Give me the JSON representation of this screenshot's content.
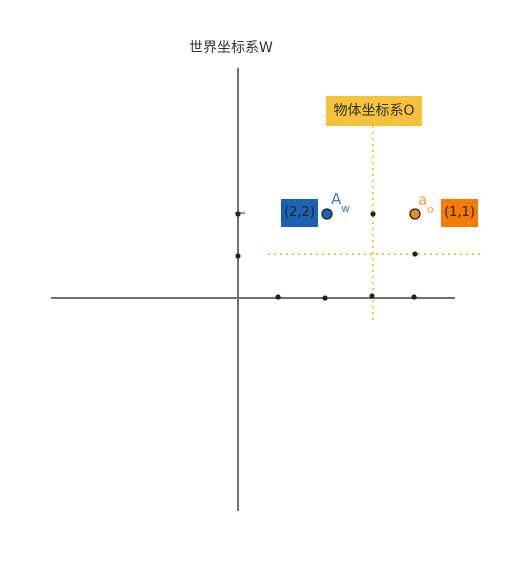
{
  "world_frame": {
    "title": "世界坐标系W"
  },
  "object_frame": {
    "title": "物体坐标系O"
  },
  "points": [
    {
      "label": "A",
      "subscript": "w",
      "coords_text": "(2,2)"
    },
    {
      "label": "a",
      "subscript": "o",
      "coords_text": "(1,1)"
    }
  ],
  "colors": {
    "axis": "#707070",
    "object_axis": "#f5c63b",
    "object_tag": "#f6c23c",
    "point_a_fill": "#1c62b4",
    "point_a_tag": "#1c62b4",
    "point_a_label": "#3e7ec6",
    "point_b_fill": "#f18a1f",
    "point_b_tag": "#f57c00",
    "point_b_label": "#f0a049",
    "dot": "#222222"
  }
}
